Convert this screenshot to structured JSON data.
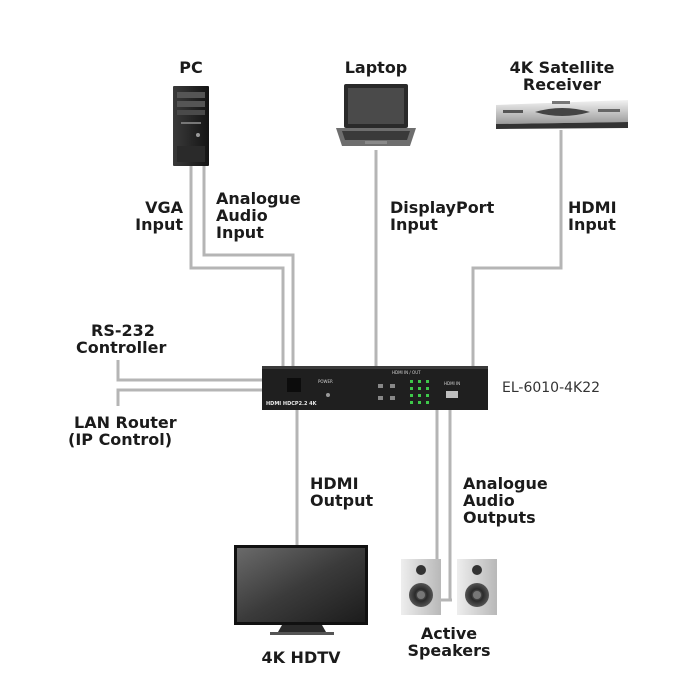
{
  "devices": {
    "pc": "PC",
    "laptop": "Laptop",
    "receiver_line1": "4K Satellite",
    "receiver_line2": "Receiver",
    "hdtv": "4K HDTV",
    "speakers_line1": "Active",
    "speakers_line2": "Speakers"
  },
  "connections": {
    "vga_line1": "VGA",
    "vga_line2": "Input",
    "audio_in_line1": "Analogue",
    "audio_in_line2": "Audio",
    "audio_in_line3": "Input",
    "dp_line1": "DisplayPort",
    "dp_line2": "Input",
    "hdmi_in_line1": "HDMI",
    "hdmi_in_line2": "Input",
    "rs232_line1": "RS-232",
    "rs232_line2": "Controller",
    "lan_line1": "LAN Router",
    "lan_line2": "(IP Control)",
    "hdmi_out_line1": "HDMI",
    "hdmi_out_line2": "Output",
    "audio_out_line1": "Analogue",
    "audio_out_line2": "Audio",
    "audio_out_line3": "Outputs"
  },
  "unit": {
    "model": "EL-6010-4K22",
    "power_label": "POWER",
    "hdmi_in_out_label": "HDMI IN / OUT",
    "hdmi_in_label": "HDMI IN",
    "logos": "HDMI  HDCP2.2  4K"
  },
  "colors": {
    "cable": "#b5b5b5",
    "device_dark": "#1e1e1e",
    "text": "#1b1b1b",
    "background": "#ffffff"
  }
}
